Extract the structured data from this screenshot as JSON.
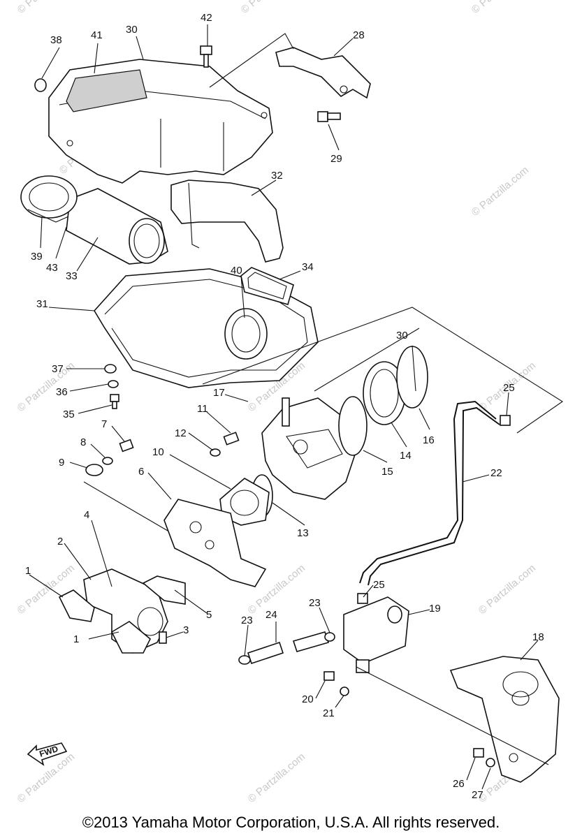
{
  "watermark_text": "© Partzilla.com",
  "copyright": "©2013  Yamaha Motor Corporation, U.S.A. All rights reserved.",
  "fwd_label": "FWD",
  "callouts": [
    {
      "id": "38",
      "label": "38"
    },
    {
      "id": "41",
      "label": "41"
    },
    {
      "id": "30",
      "label": "30"
    },
    {
      "id": "42",
      "label": "42"
    },
    {
      "id": "28",
      "label": "28"
    },
    {
      "id": "29",
      "label": "29"
    },
    {
      "id": "32",
      "label": "32"
    },
    {
      "id": "39",
      "label": "39"
    },
    {
      "id": "43",
      "label": "43"
    },
    {
      "id": "33",
      "label": "33"
    },
    {
      "id": "40",
      "label": "40"
    },
    {
      "id": "34",
      "label": "34"
    },
    {
      "id": "31",
      "label": "31"
    },
    {
      "id": "30b",
      "label": "30"
    },
    {
      "id": "37",
      "label": "37"
    },
    {
      "id": "36",
      "label": "36"
    },
    {
      "id": "35",
      "label": "35"
    },
    {
      "id": "17",
      "label": "17"
    },
    {
      "id": "25a",
      "label": "25"
    },
    {
      "id": "11",
      "label": "11"
    },
    {
      "id": "7",
      "label": "7"
    },
    {
      "id": "12",
      "label": "12"
    },
    {
      "id": "8",
      "label": "8"
    },
    {
      "id": "9",
      "label": "9"
    },
    {
      "id": "10",
      "label": "10"
    },
    {
      "id": "16",
      "label": "16"
    },
    {
      "id": "14",
      "label": "14"
    },
    {
      "id": "15",
      "label": "15"
    },
    {
      "id": "6",
      "label": "6"
    },
    {
      "id": "22",
      "label": "22"
    },
    {
      "id": "13",
      "label": "13"
    },
    {
      "id": "4",
      "label": "4"
    },
    {
      "id": "2",
      "label": "2"
    },
    {
      "id": "1a",
      "label": "1"
    },
    {
      "id": "5",
      "label": "5"
    },
    {
      "id": "25b",
      "label": "25"
    },
    {
      "id": "23a",
      "label": "23"
    },
    {
      "id": "19",
      "label": "19"
    },
    {
      "id": "23b",
      "label": "23"
    },
    {
      "id": "24",
      "label": "24"
    },
    {
      "id": "3",
      "label": "3"
    },
    {
      "id": "1b",
      "label": "1"
    },
    {
      "id": "18",
      "label": "18"
    },
    {
      "id": "20",
      "label": "20"
    },
    {
      "id": "21",
      "label": "21"
    },
    {
      "id": "26",
      "label": "26"
    },
    {
      "id": "27",
      "label": "27"
    }
  ]
}
